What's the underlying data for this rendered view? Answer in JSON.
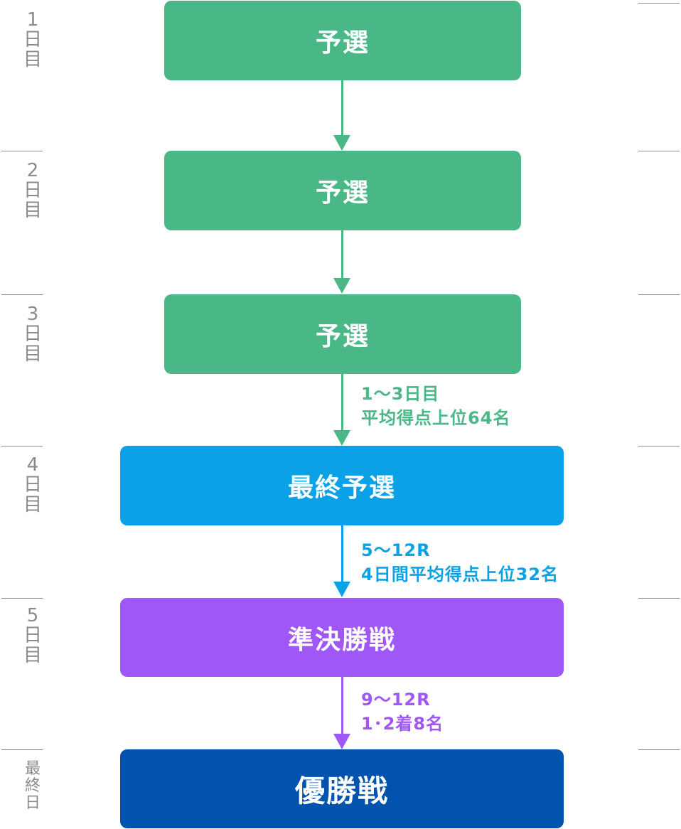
{
  "colors": {
    "prelim": "#4ab787",
    "final_prelim": "#0aa1e6",
    "semifinal": "#a057f7",
    "final": "#0153ad",
    "day_label": "#8a8a8a"
  },
  "days": [
    {
      "label": "1日目"
    },
    {
      "label": "2日目"
    },
    {
      "label": "3日目"
    },
    {
      "label": "4日目"
    },
    {
      "label": "5日目"
    },
    {
      "label": "最終日"
    }
  ],
  "stages": [
    {
      "label": "予選"
    },
    {
      "label": "予選"
    },
    {
      "label": "予選"
    },
    {
      "label": "最終予選"
    },
    {
      "label": "準決勝戦"
    },
    {
      "label": "優勝戦"
    }
  ],
  "notes": [
    {
      "line1": "1～3日目",
      "line2": "平均得点上位64名"
    },
    {
      "line1": "5～12R",
      "line2": "4日間平均得点上位32名"
    },
    {
      "line1": "9～12R",
      "line2": "1･2着8名"
    }
  ]
}
